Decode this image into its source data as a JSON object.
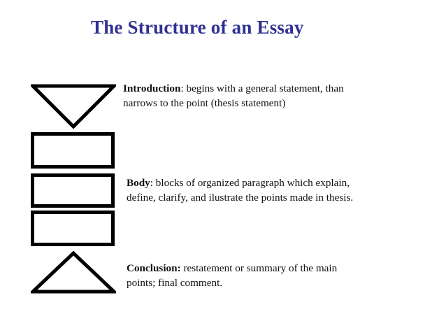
{
  "slide": {
    "title": "The Structure of an Essay",
    "title_color": "#2F3192",
    "background_color": "#FFFFFF",
    "stroke_color": "#000000",
    "text_color": "#111111"
  },
  "diagram": {
    "description": "Essay structure shape stack",
    "shapes": [
      {
        "name": "inverted-triangle",
        "label": "introduction-shape",
        "points": "down"
      },
      {
        "name": "rectangle",
        "label": "body-block-1"
      },
      {
        "name": "rectangle",
        "label": "body-block-2"
      },
      {
        "name": "rectangle",
        "label": "body-block-3"
      },
      {
        "name": "triangle",
        "label": "conclusion-shape",
        "points": "up"
      }
    ]
  },
  "paragraphs": {
    "introduction": {
      "lead": "Introduction",
      "separator": ":",
      "line1": " begins with a general statement, than",
      "line2": "narrows to the point (thesis statement)"
    },
    "body": {
      "lead": "Body",
      "separator": ":",
      "line1": " blocks of organized paragraph which explain,",
      "line2": "define, clarify, and ilustrate the points made in thesis."
    },
    "conclusion": {
      "lead": "Conclusion:",
      "separator": "",
      "line1": " restatement or summary of the main",
      "line2": "points; final comment."
    }
  }
}
